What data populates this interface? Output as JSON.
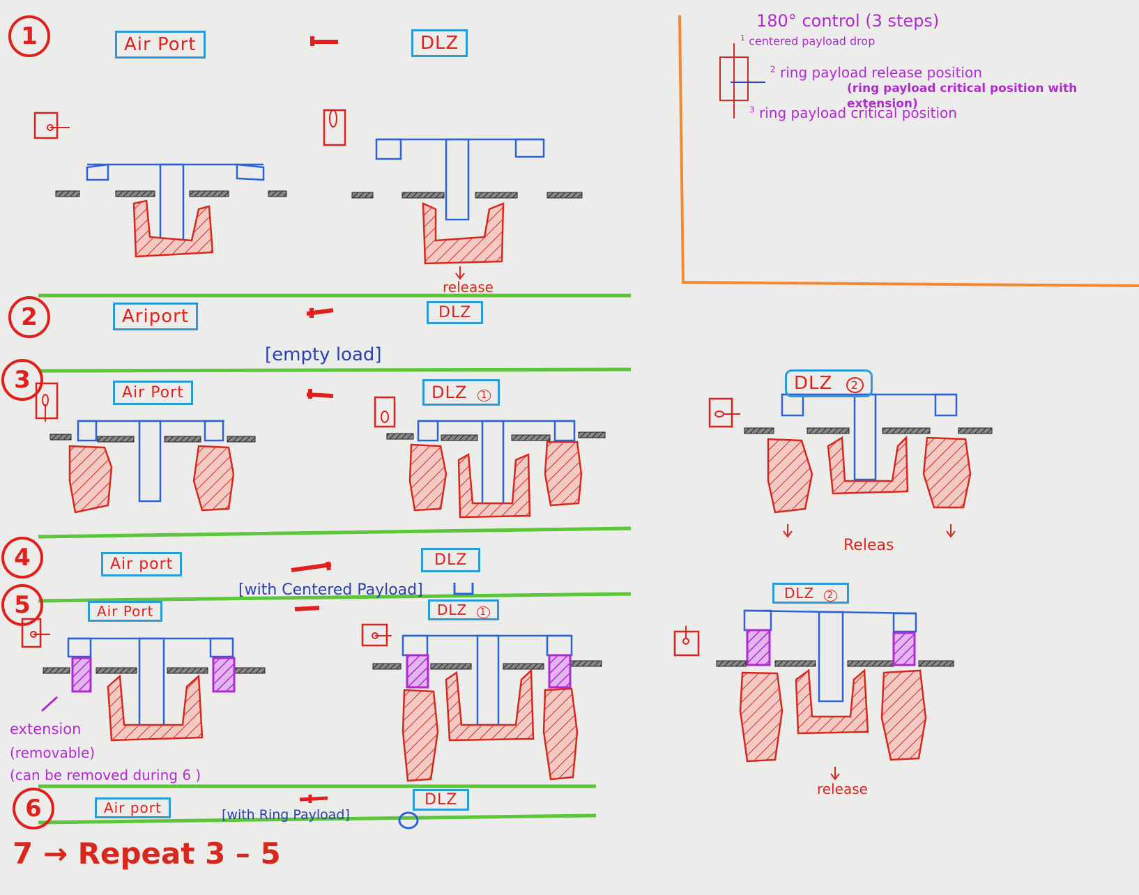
{
  "step_labels": [
    "1",
    "2",
    "3",
    "4",
    "5",
    "6",
    "7"
  ],
  "boxes": {
    "s1_airport": "Air Port",
    "s1_dlz": "DLZ",
    "s2_airport": "Ariport",
    "s2_dlz": "DLZ",
    "s3_airport": "Air Port",
    "s3_dlz": "DLZ",
    "s3_dlz_right": "DLZ",
    "s4_airport": "Air port",
    "s4_dlz": "DLZ",
    "s5_airport": "Air Port",
    "s5_dlz": "DLZ",
    "s5_dlz_right": "DLZ",
    "s6_airport": "Air port",
    "s6_dlz": "DLZ"
  },
  "sub_marks": {
    "s3_dlz_mark": "1",
    "s3_right_mark": "2",
    "s5_dlz_mark": "1",
    "s5_right_mark": "2"
  },
  "notes": {
    "release_1": "release",
    "empty_load": "[empty load]",
    "with_centered_payload": "[with Centered Payload]",
    "releas_right": "Releas",
    "release_bottom": "release",
    "extension_1": "extension",
    "extension_2": "(removable)",
    "extension_3": "(can be removed during 6 )",
    "with_ring_payload": "[with Ring Payload]",
    "repeat": "7 → Repeat 3 – 5"
  },
  "legend": {
    "title": "180° control (3 steps)",
    "item1_num": "1",
    "item1": "centered payload drop",
    "item2_num": "2",
    "item2": "ring payload release position",
    "item2_sub": "(ring payload critical position with extension)",
    "item3_num": "3",
    "item3": "ring payload critical position"
  },
  "colors": {
    "red": "#e0201c",
    "blue": "#2a63d6",
    "cyan_box": "#2a9bd6",
    "green": "#5cc53a",
    "purple": "#b02ad0",
    "orange": "#f08a30",
    "dark": "#333333"
  }
}
